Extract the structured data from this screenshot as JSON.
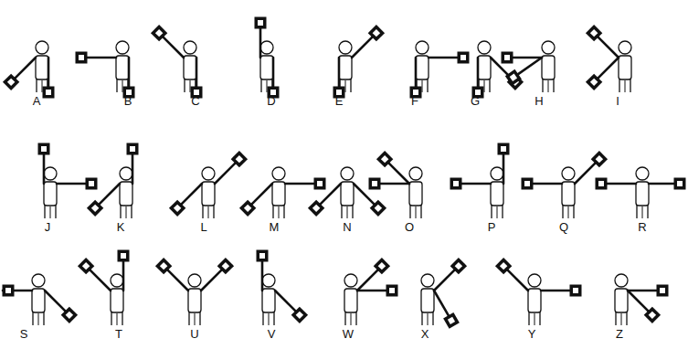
{
  "diagram": {
    "labels": [
      "A",
      "B",
      "C",
      "D",
      "E",
      "F",
      "G",
      "H",
      "I",
      "J",
      "K",
      "L",
      "M",
      "N",
      "O",
      "P",
      "Q",
      "R",
      "S",
      "T",
      "U",
      "V",
      "W",
      "X",
      "Y",
      "Z"
    ]
  }
}
